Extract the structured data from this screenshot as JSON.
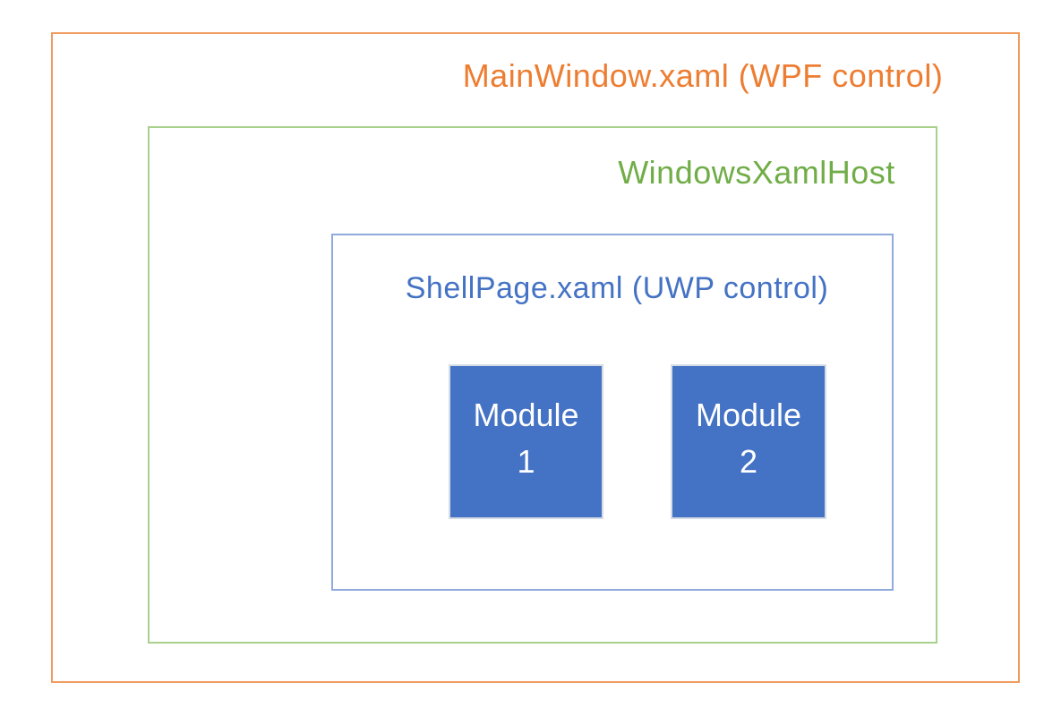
{
  "colors": {
    "background": "#FFFFFF",
    "orange_text": "#ED7D31",
    "orange_border": "#F09C5F",
    "green_text": "#70AD47",
    "green_border": "#A9D18E",
    "blue_text": "#4472C4",
    "blue_border": "#8FAADC",
    "module_fill": "#4472C4",
    "module_border": "#D6DCE5",
    "module_text": "#FFFFFF"
  },
  "boxes": {
    "main_window": {
      "label": "MainWindow.xaml (WPF control)"
    },
    "xaml_host": {
      "label": "WindowsXamlHost"
    },
    "shell_page": {
      "label": "ShellPage.xaml (UWP control)"
    },
    "modules": [
      {
        "lines": [
          "Module",
          "1"
        ]
      },
      {
        "lines": [
          "Module",
          "2"
        ]
      }
    ]
  }
}
